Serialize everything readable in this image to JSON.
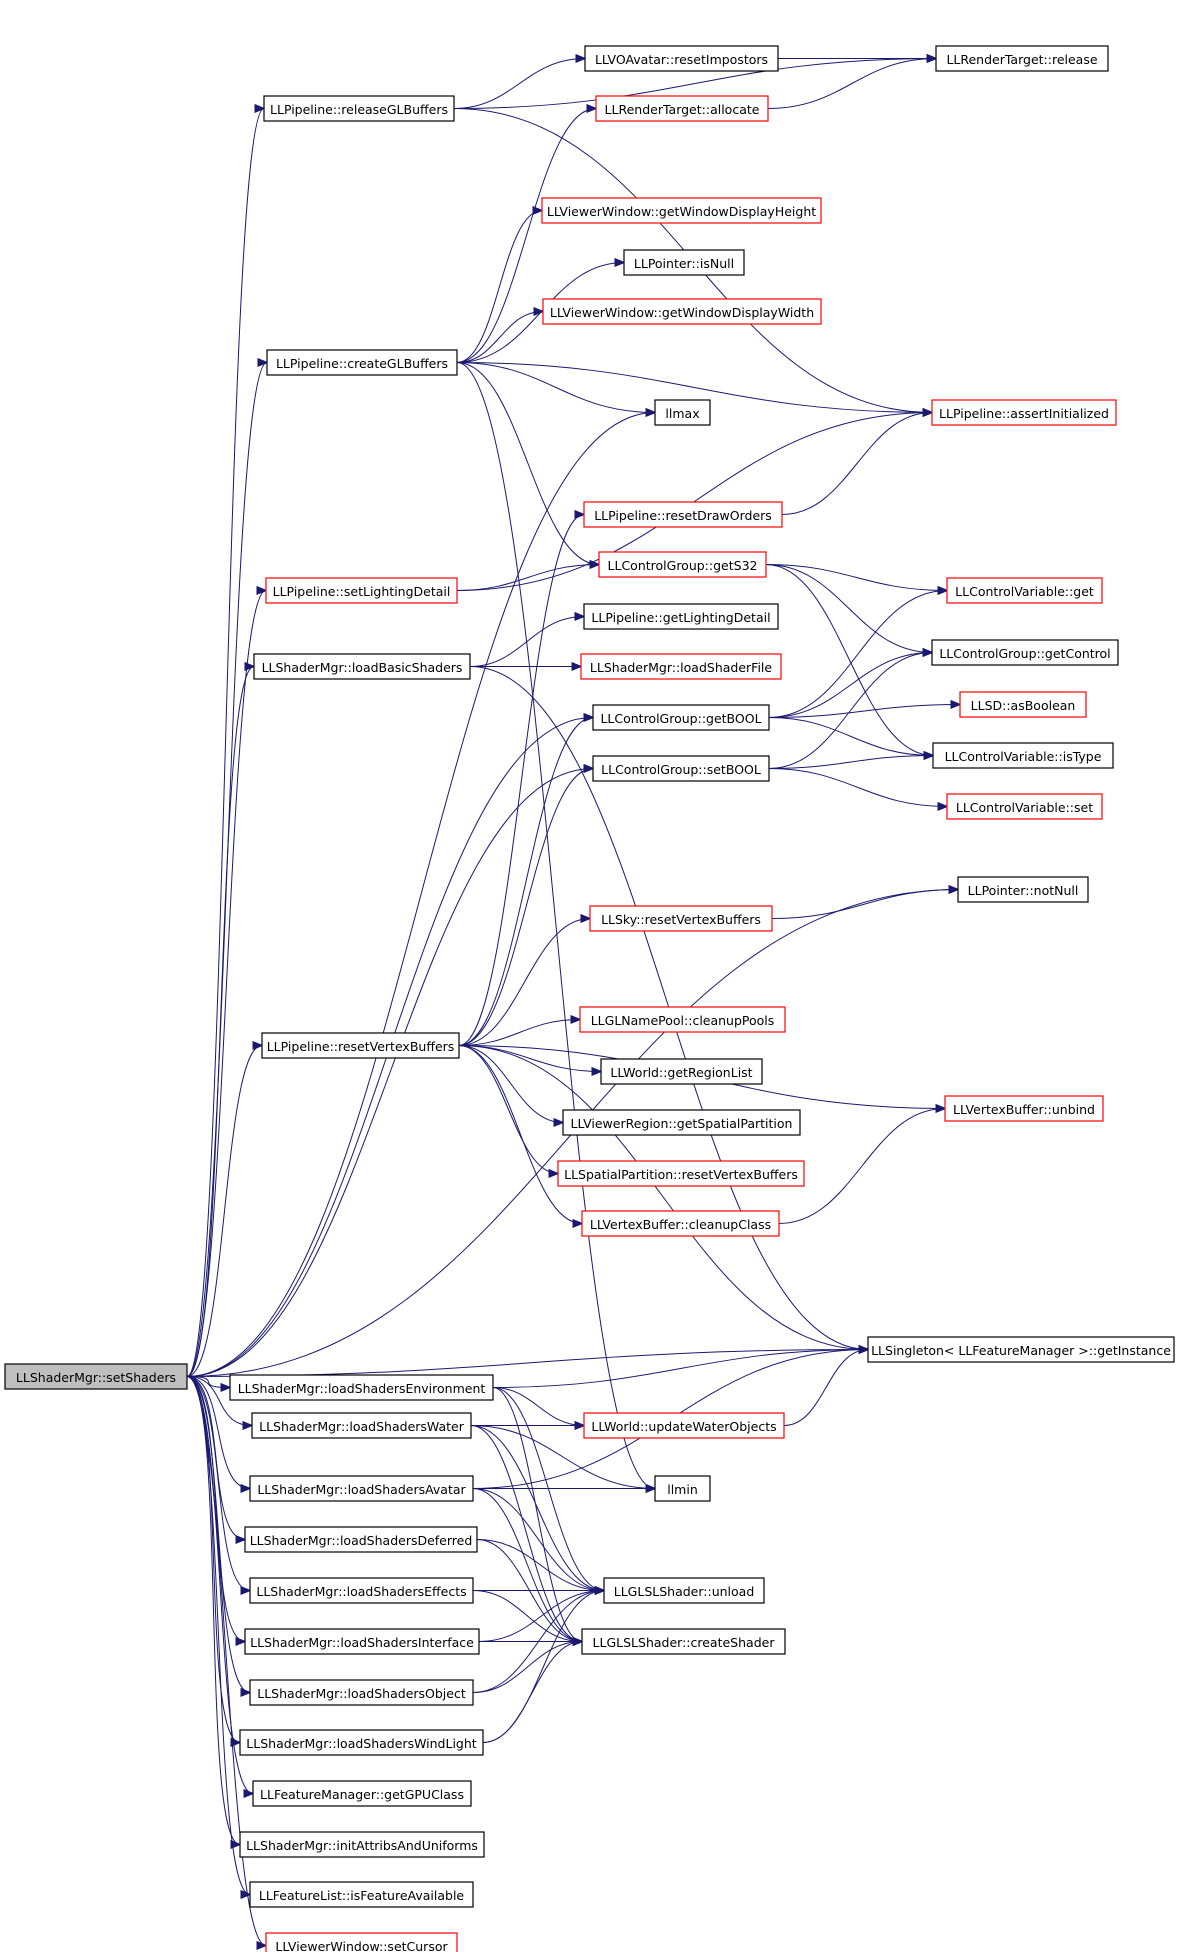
{
  "graph": {
    "edge_color": "#191970",
    "root_fill": "#bfbfbf",
    "nodes": [
      {
        "id": "setShaders",
        "label": "LLShaderMgr::setShaders",
        "border": "black",
        "root": true
      },
      {
        "id": "releaseGLBuffers",
        "label": "LLPipeline::releaseGLBuffers",
        "border": "black"
      },
      {
        "id": "resetImpostors",
        "label": "LLVOAvatar::resetImpostors",
        "border": "black"
      },
      {
        "id": "rtRelease",
        "label": "LLRenderTarget::release",
        "border": "black"
      },
      {
        "id": "rtAllocate",
        "label": "LLRenderTarget::allocate",
        "border": "red"
      },
      {
        "id": "getWinH",
        "label": "LLViewerWindow::getWindowDisplayHeight",
        "border": "red"
      },
      {
        "id": "ptrIsNull",
        "label": "LLPointer::isNull",
        "border": "black"
      },
      {
        "id": "getWinW",
        "label": "LLViewerWindow::getWindowDisplayWidth",
        "border": "red"
      },
      {
        "id": "createGLBuffers",
        "label": "LLPipeline::createGLBuffers",
        "border": "black"
      },
      {
        "id": "llmax",
        "label": "llmax",
        "border": "black"
      },
      {
        "id": "assertInit",
        "label": "LLPipeline::assertInitialized",
        "border": "red"
      },
      {
        "id": "resetDrawOrders",
        "label": "LLPipeline::resetDrawOrders",
        "border": "red"
      },
      {
        "id": "setLightingDetail",
        "label": "LLPipeline::setLightingDetail",
        "border": "red"
      },
      {
        "id": "getS32",
        "label": "LLControlGroup::getS32",
        "border": "red"
      },
      {
        "id": "cvGet",
        "label": "LLControlVariable::get",
        "border": "red"
      },
      {
        "id": "getLightingDetail",
        "label": "LLPipeline::getLightingDetail",
        "border": "black"
      },
      {
        "id": "loadBasicShaders",
        "label": "LLShaderMgr::loadBasicShaders",
        "border": "black"
      },
      {
        "id": "loadShaderFile",
        "label": "LLShaderMgr::loadShaderFile",
        "border": "red"
      },
      {
        "id": "getControl",
        "label": "LLControlGroup::getControl",
        "border": "black"
      },
      {
        "id": "getBOOL",
        "label": "LLControlGroup::getBOOL",
        "border": "black"
      },
      {
        "id": "asBoolean",
        "label": "LLSD::asBoolean",
        "border": "red"
      },
      {
        "id": "setBOOL",
        "label": "LLControlGroup::setBOOL",
        "border": "black"
      },
      {
        "id": "isType",
        "label": "LLControlVariable::isType",
        "border": "black"
      },
      {
        "id": "cvSet",
        "label": "LLControlVariable::set",
        "border": "red"
      },
      {
        "id": "notNull",
        "label": "LLPointer::notNull",
        "border": "black"
      },
      {
        "id": "skyReset",
        "label": "LLSky::resetVertexBuffers",
        "border": "red"
      },
      {
        "id": "cleanupPools",
        "label": "LLGLNamePool::cleanupPools",
        "border": "red"
      },
      {
        "id": "resetVertexBuffers",
        "label": "LLPipeline::resetVertexBuffers",
        "border": "black"
      },
      {
        "id": "getRegionList",
        "label": "LLWorld::getRegionList",
        "border": "black"
      },
      {
        "id": "vbUnbind",
        "label": "LLVertexBuffer::unbind",
        "border": "red"
      },
      {
        "id": "getSpatialPartition",
        "label": "LLViewerRegion::getSpatialPartition",
        "border": "black"
      },
      {
        "id": "spReset",
        "label": "LLSpatialPartition::resetVertexBuffers",
        "border": "red"
      },
      {
        "id": "vbCleanup",
        "label": "LLVertexBuffer::cleanupClass",
        "border": "red"
      },
      {
        "id": "getInstance",
        "label": "LLSingleton< LLFeatureManager >::getInstance",
        "border": "black"
      },
      {
        "id": "loadEnv",
        "label": "LLShaderMgr::loadShadersEnvironment",
        "border": "black"
      },
      {
        "id": "updateWater",
        "label": "LLWorld::updateWaterObjects",
        "border": "red"
      },
      {
        "id": "loadWater",
        "label": "LLShaderMgr::loadShadersWater",
        "border": "black"
      },
      {
        "id": "llmin",
        "label": "llmin",
        "border": "black"
      },
      {
        "id": "loadAvatar",
        "label": "LLShaderMgr::loadShadersAvatar",
        "border": "black"
      },
      {
        "id": "loadDeferred",
        "label": "LLShaderMgr::loadShadersDeferred",
        "border": "black"
      },
      {
        "id": "unload",
        "label": "LLGLSLShader::unload",
        "border": "black"
      },
      {
        "id": "loadEffects",
        "label": "LLShaderMgr::loadShadersEffects",
        "border": "black"
      },
      {
        "id": "createShader",
        "label": "LLGLSLShader::createShader",
        "border": "black"
      },
      {
        "id": "loadInterface",
        "label": "LLShaderMgr::loadShadersInterface",
        "border": "black"
      },
      {
        "id": "loadObject",
        "label": "LLShaderMgr::loadShadersObject",
        "border": "black"
      },
      {
        "id": "loadWindLight",
        "label": "LLShaderMgr::loadShadersWindLight",
        "border": "black"
      },
      {
        "id": "getGPUClass",
        "label": "LLFeatureManager::getGPUClass",
        "border": "black"
      },
      {
        "id": "initAttribs",
        "label": "LLShaderMgr::initAttribsAndUniforms",
        "border": "black"
      },
      {
        "id": "isFeatureAvail",
        "label": "LLFeatureList::isFeatureAvailable",
        "border": "black"
      },
      {
        "id": "setCursor",
        "label": "LLViewerWindow::setCursor",
        "border": "red"
      }
    ],
    "edges": [
      [
        "setShaders",
        "releaseGLBuffers"
      ],
      [
        "setShaders",
        "createGLBuffers"
      ],
      [
        "setShaders",
        "llmax"
      ],
      [
        "setShaders",
        "setLightingDetail"
      ],
      [
        "setShaders",
        "loadBasicShaders"
      ],
      [
        "setShaders",
        "getBOOL"
      ],
      [
        "setShaders",
        "setBOOL"
      ],
      [
        "setShaders",
        "notNull"
      ],
      [
        "setShaders",
        "resetVertexBuffers"
      ],
      [
        "setShaders",
        "getInstance"
      ],
      [
        "setShaders",
        "loadEnv"
      ],
      [
        "setShaders",
        "loadWater"
      ],
      [
        "setShaders",
        "loadAvatar"
      ],
      [
        "setShaders",
        "loadDeferred"
      ],
      [
        "setShaders",
        "loadEffects"
      ],
      [
        "setShaders",
        "loadInterface"
      ],
      [
        "setShaders",
        "loadObject"
      ],
      [
        "setShaders",
        "loadWindLight"
      ],
      [
        "setShaders",
        "getGPUClass"
      ],
      [
        "setShaders",
        "initAttribs"
      ],
      [
        "setShaders",
        "isFeatureAvail"
      ],
      [
        "setShaders",
        "setCursor"
      ],
      [
        "releaseGLBuffers",
        "resetImpostors"
      ],
      [
        "releaseGLBuffers",
        "rtRelease"
      ],
      [
        "releaseGLBuffers",
        "assertInit"
      ],
      [
        "resetImpostors",
        "rtRelease"
      ],
      [
        "rtAllocate",
        "rtRelease"
      ],
      [
        "createGLBuffers",
        "rtAllocate"
      ],
      [
        "createGLBuffers",
        "getWinH"
      ],
      [
        "createGLBuffers",
        "ptrIsNull"
      ],
      [
        "createGLBuffers",
        "getWinW"
      ],
      [
        "createGLBuffers",
        "llmax"
      ],
      [
        "createGLBuffers",
        "assertInit"
      ],
      [
        "createGLBuffers",
        "getS32"
      ],
      [
        "createGLBuffers",
        "llmin"
      ],
      [
        "resetDrawOrders",
        "assertInit"
      ],
      [
        "setLightingDetail",
        "assertInit"
      ],
      [
        "setLightingDetail",
        "getS32"
      ],
      [
        "getS32",
        "cvGet"
      ],
      [
        "getS32",
        "getControl"
      ],
      [
        "getS32",
        "isType"
      ],
      [
        "loadBasicShaders",
        "getLightingDetail"
      ],
      [
        "loadBasicShaders",
        "loadShaderFile"
      ],
      [
        "loadBasicShaders",
        "getInstance"
      ],
      [
        "getBOOL",
        "cvGet"
      ],
      [
        "getBOOL",
        "getControl"
      ],
      [
        "getBOOL",
        "asBoolean"
      ],
      [
        "getBOOL",
        "isType"
      ],
      [
        "setBOOL",
        "getControl"
      ],
      [
        "setBOOL",
        "isType"
      ],
      [
        "setBOOL",
        "cvSet"
      ],
      [
        "skyReset",
        "notNull"
      ],
      [
        "resetVertexBuffers",
        "resetDrawOrders"
      ],
      [
        "resetVertexBuffers",
        "getBOOL"
      ],
      [
        "resetVertexBuffers",
        "setBOOL"
      ],
      [
        "resetVertexBuffers",
        "skyReset"
      ],
      [
        "resetVertexBuffers",
        "cleanupPools"
      ],
      [
        "resetVertexBuffers",
        "getRegionList"
      ],
      [
        "resetVertexBuffers",
        "vbUnbind"
      ],
      [
        "resetVertexBuffers",
        "getSpatialPartition"
      ],
      [
        "resetVertexBuffers",
        "spReset"
      ],
      [
        "resetVertexBuffers",
        "vbCleanup"
      ],
      [
        "resetVertexBuffers",
        "getInstance"
      ],
      [
        "vbCleanup",
        "vbUnbind"
      ],
      [
        "loadEnv",
        "getInstance"
      ],
      [
        "loadEnv",
        "updateWater"
      ],
      [
        "loadEnv",
        "unload"
      ],
      [
        "loadEnv",
        "createShader"
      ],
      [
        "loadWater",
        "updateWater"
      ],
      [
        "loadWater",
        "llmin"
      ],
      [
        "loadWater",
        "unload"
      ],
      [
        "loadWater",
        "createShader"
      ],
      [
        "loadAvatar",
        "llmin"
      ],
      [
        "loadAvatar",
        "getInstance"
      ],
      [
        "loadAvatar",
        "unload"
      ],
      [
        "loadAvatar",
        "createShader"
      ],
      [
        "loadDeferred",
        "unload"
      ],
      [
        "loadDeferred",
        "createShader"
      ],
      [
        "loadEffects",
        "unload"
      ],
      [
        "loadEffects",
        "createShader"
      ],
      [
        "loadInterface",
        "unload"
      ],
      [
        "loadInterface",
        "createShader"
      ],
      [
        "loadObject",
        "unload"
      ],
      [
        "loadObject",
        "createShader"
      ],
      [
        "loadWindLight",
        "unload"
      ],
      [
        "loadWindLight",
        "createShader"
      ],
      [
        "updateWater",
        "getInstance"
      ]
    ]
  }
}
